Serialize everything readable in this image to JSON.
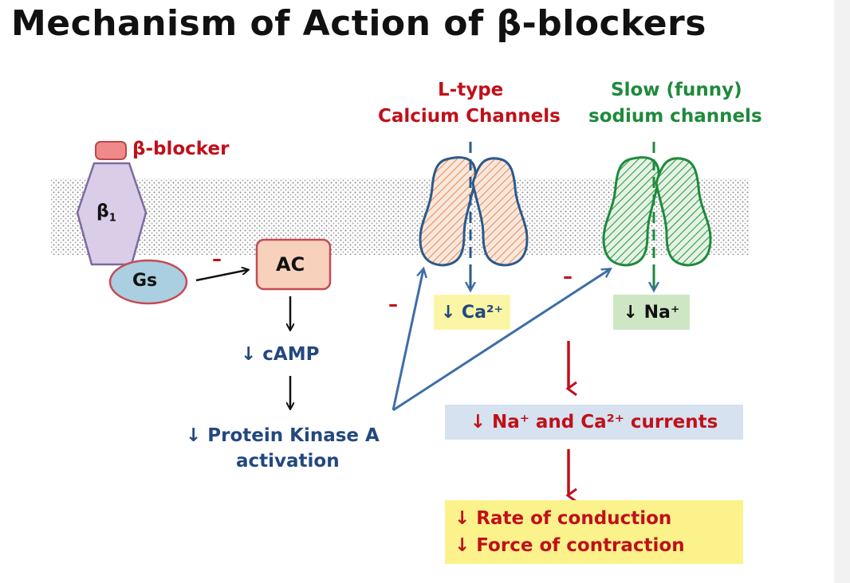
{
  "title": "Mechanism of Action of β-blockers",
  "labels": {
    "beta_blocker": "β-blocker",
    "beta1_symbol": "β",
    "beta1_subscript": "1",
    "gs": "Gs",
    "ac": "AC",
    "camp": "↓ cAMP",
    "pka_line1": "↓ Protein Kinase A",
    "pka_line2": "activation",
    "ltype_line1": "L-type",
    "ltype_line2": "Calcium Channels",
    "funny_line1": "Slow (funny)",
    "funny_line2": "sodium channels",
    "ca_box": "↓ Ca²⁺",
    "na_box": "↓ Na⁺",
    "currents": "↓ Na⁺ and Ca²⁺ currents",
    "outcome_line1": "↓ Rate of conduction",
    "outcome_line2": "↓ Force of contraction",
    "minus_sign": "–"
  },
  "colors": {
    "red": "#c0101a",
    "green": "#1f8a3c",
    "blue": "#23487e",
    "arrow_blue": "#3e6ea6",
    "receptor_fill": "#d9cde8",
    "receptor_stroke": "#7d6aa0",
    "blocker_fill": "#f08a8a",
    "gs_fill": "#a9cfe0",
    "ac_fill": "#f7d1bb",
    "ca_box_fill": "#fbf6a6",
    "na_box_fill": "#cfe6c4",
    "currents_fill": "#d6e2ef",
    "outcome_fill": "#fbf28c"
  }
}
